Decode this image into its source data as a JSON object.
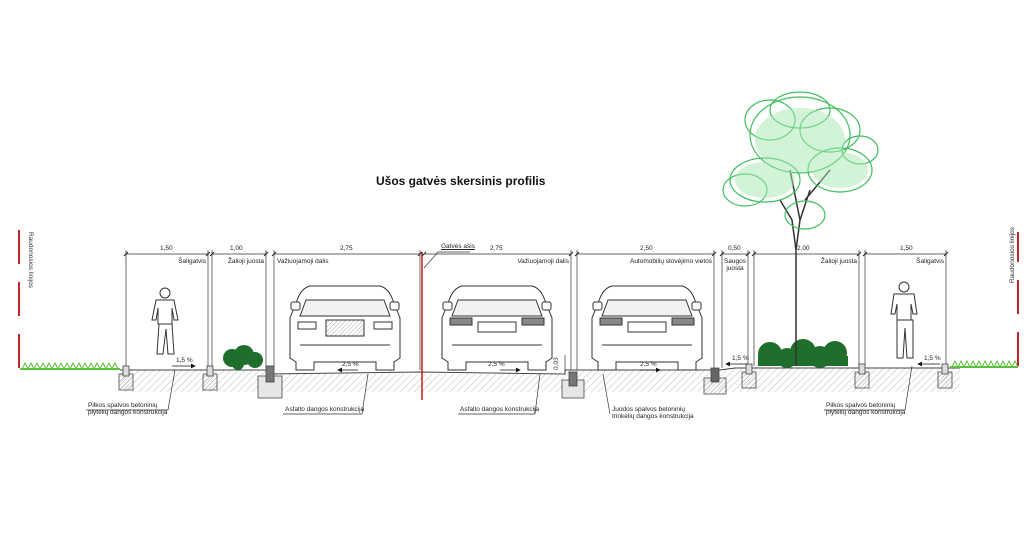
{
  "title": "Ušos gatvės skersinis profilis",
  "red_lines_label_left": "Raudonosios linijos",
  "red_lines_label_right": "Raudonosios linijos",
  "axis_label": "Gatvės ašis",
  "sections": [
    {
      "width": "1,50",
      "name": "Šaligatvis"
    },
    {
      "width": "1,00",
      "name": "Žalioji juosta"
    },
    {
      "width": "2,75",
      "name": "Važiuojamoji dalis"
    },
    {
      "width": "2,75",
      "name": "Važiuojamoji dalis"
    },
    {
      "width": "2,50",
      "name": "Automobilių stovėjimo vietos"
    },
    {
      "width": "0,50",
      "name": "Saugos juosta"
    },
    {
      "width": "2,00",
      "name": "Žalioji juosta"
    },
    {
      "width": "1,50",
      "name": "Šaligatvis"
    }
  ],
  "slopes": {
    "left_sidewalk": "1,5 %",
    "left_lane": "2,5 %",
    "right_lane": "2,5 %",
    "parking": "2,5 %",
    "safety_strip": "1,5 %",
    "right_sidewalk": "1,5 %"
  },
  "curb_height": "0,03",
  "annotations": {
    "left_paving_line1": "Pilkos spalvos betoninių",
    "left_paving_line2": "plytelių dangos konstrukcija",
    "asphalt_left": "Asfalto dangos konstrukcija",
    "asphalt_right": "Asfalto dangos konstrukcija",
    "parking_paving_line1": "Juodos spalvos betoninių",
    "parking_paving_line2": "trinkelių dangos konstrukcija",
    "right_paving_line1": "Pilkos spalvos betoninių",
    "right_paving_line2": "plytelių dangos konstrukcija"
  },
  "colors": {
    "red_line": "#c0272d",
    "axis": "#d11a1a",
    "grass": "#5cc23c",
    "shrub": "#1f6e2c",
    "tree": "#3fbf5c",
    "line": "#333333",
    "hatch": "#9a9a9a"
  }
}
